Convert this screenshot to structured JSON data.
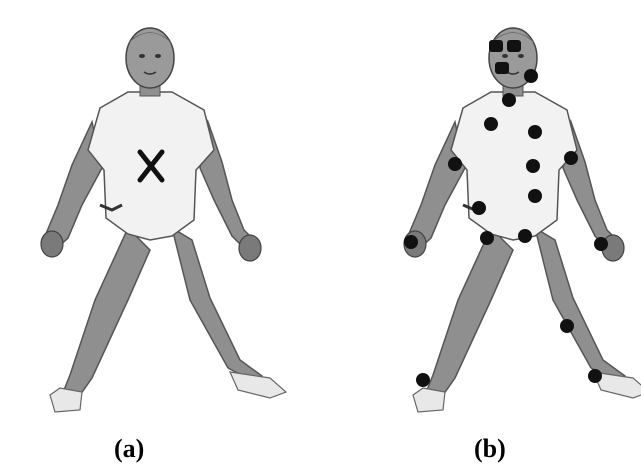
{
  "panels": [
    {
      "caption": "(a)",
      "marker": "x-marker",
      "subject": "standing-person-figure"
    },
    {
      "caption": "(b)",
      "marker": "black-dot-markers",
      "subject": "standing-person-figure"
    }
  ],
  "colors": {
    "background": "#ffffff",
    "skin": "#8f8f8f",
    "skin_dark": "#5a5a5a",
    "shirt": "#f4f4f4",
    "outline": "#3a3a3a",
    "marker": "#111111"
  }
}
